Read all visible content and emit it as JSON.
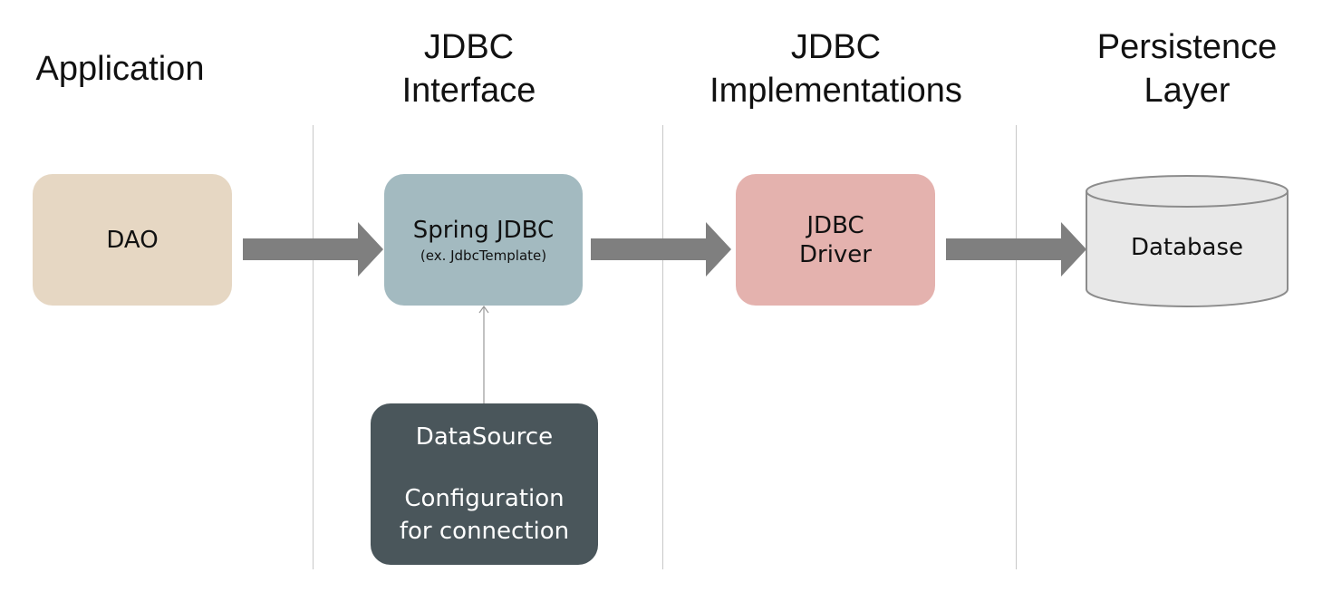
{
  "colors": {
    "dao_fill": "#e6d7c3",
    "spring_fill": "#a3bac0",
    "driver_fill": "#e4b2ae",
    "datasource_fill": "#4a565b",
    "database_fill": "#e8e8e8",
    "arrow_fill": "#7f7f7f",
    "divider": "#c8c8c8"
  },
  "columns": {
    "application": {
      "line1": "Application"
    },
    "jdbc_interface": {
      "line1": "JDBC",
      "line2": "Interface"
    },
    "jdbc_implementations": {
      "line1": "JDBC",
      "line2": "Implementations"
    },
    "persistence_layer": {
      "line1": "Persistence",
      "line2": "Layer"
    }
  },
  "nodes": {
    "dao": {
      "label": "DAO"
    },
    "spring_jdbc": {
      "label": "Spring JDBC",
      "sublabel": "(ex. JdbcTemplate)"
    },
    "jdbc_driver": {
      "line1": "JDBC",
      "line2": "Driver"
    },
    "database": {
      "label": "Database"
    },
    "datasource": {
      "line1": "DataSource",
      "line2": "Configuration",
      "line3": "for connection"
    }
  },
  "edges": [
    {
      "from": "dao",
      "to": "spring_jdbc",
      "style": "thick-arrow"
    },
    {
      "from": "spring_jdbc",
      "to": "jdbc_driver",
      "style": "thick-arrow"
    },
    {
      "from": "jdbc_driver",
      "to": "database",
      "style": "thick-arrow"
    },
    {
      "from": "datasource",
      "to": "spring_jdbc",
      "style": "thin-arrow"
    }
  ]
}
